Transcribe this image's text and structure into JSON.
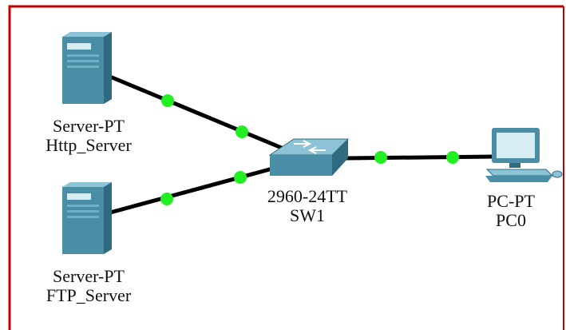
{
  "topology": {
    "devices": [
      {
        "id": "http_server",
        "type_label": "Server-PT",
        "name_label": "Http_Server",
        "icon": "server-icon"
      },
      {
        "id": "ftp_server",
        "type_label": "Server-PT",
        "name_label": "FTP_Server",
        "icon": "server-icon"
      },
      {
        "id": "switch",
        "type_label": "2960-24TT",
        "name_label": "SW1",
        "icon": "switch-icon"
      },
      {
        "id": "pc",
        "type_label": "PC-PT",
        "name_label": "PC0",
        "icon": "pc-icon"
      }
    ],
    "links": [
      {
        "from": "http_server",
        "to": "switch",
        "status": "up"
      },
      {
        "from": "ftp_server",
        "to": "switch",
        "status": "up"
      },
      {
        "from": "switch",
        "to": "pc",
        "status": "up"
      }
    ],
    "colors": {
      "frame": "#c00000",
      "link": "#000000",
      "link_up": "#22ee22",
      "device": "#4a8ea6",
      "device_dark": "#2f6a80",
      "device_light": "#8cc3d6"
    }
  }
}
